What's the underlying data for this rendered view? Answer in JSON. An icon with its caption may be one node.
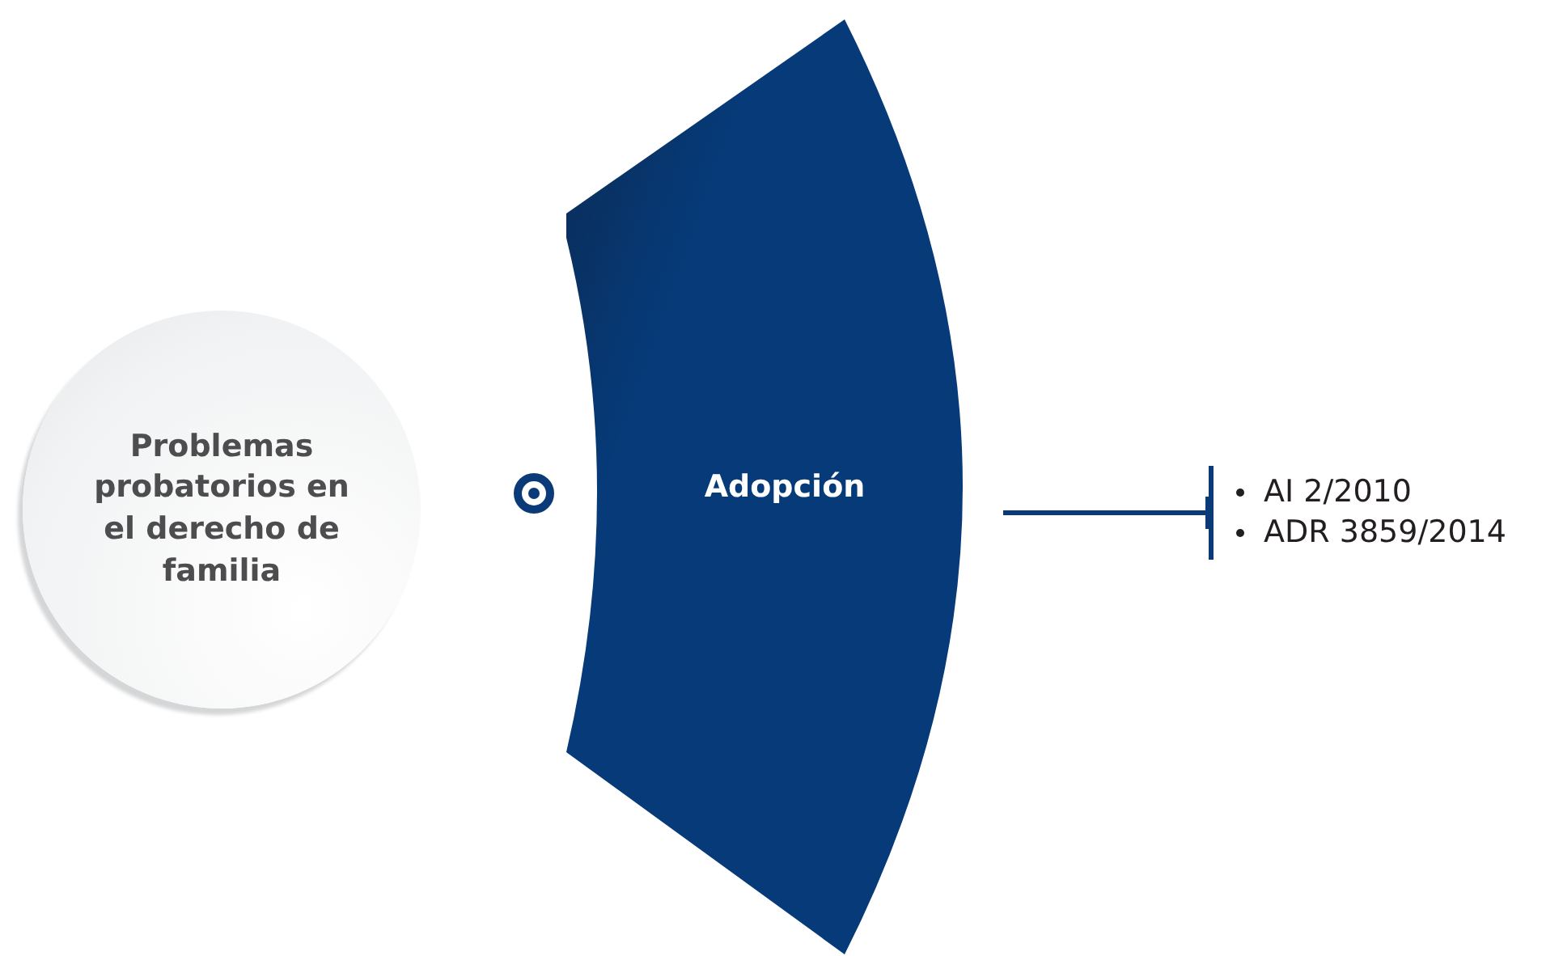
{
  "diagram": {
    "nodes": [
      {
        "text": [
          "Problemas probatorios en el derecho de familia"
        ]
      },
      {
        "text": [
          "Adopción"
        ]
      },
      {
        "text": [
          "AI 2/2010",
          "ADR 3859/2014"
        ]
      }
    ],
    "edges": [
      {
        "from": 1,
        "to": 2,
        "arrow": "other"
      }
    ]
  }
}
